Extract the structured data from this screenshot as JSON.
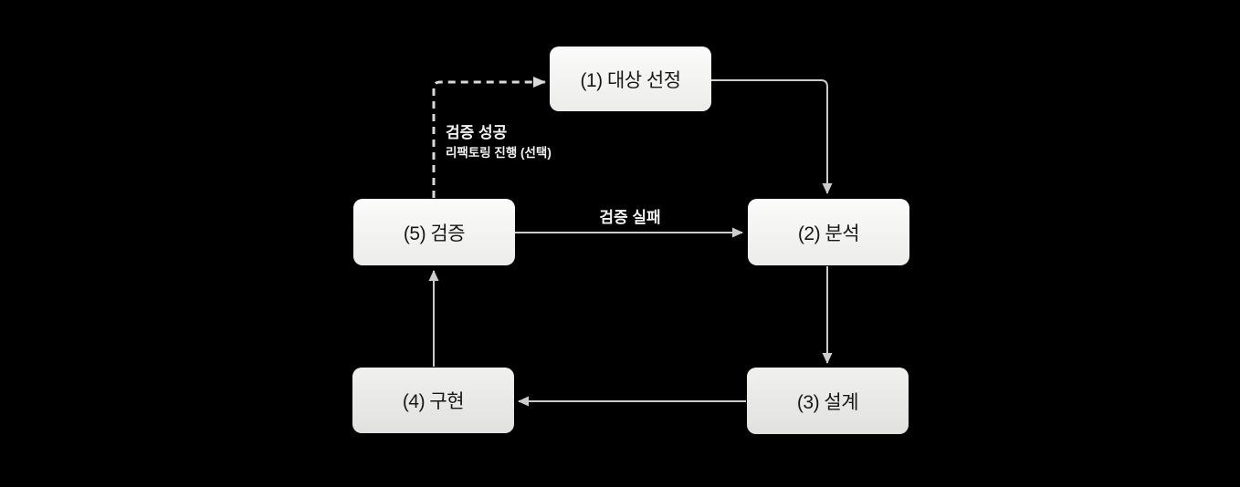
{
  "diagram": {
    "title": "refactoring-process-cycle",
    "nodes": [
      {
        "id": "step1",
        "label": "(1) 대상 선정"
      },
      {
        "id": "step2",
        "label": "(2) 분석"
      },
      {
        "id": "step3",
        "label": "(3) 설계"
      },
      {
        "id": "step4",
        "label": "(4) 구현"
      },
      {
        "id": "step5",
        "label": "(5) 검증"
      }
    ],
    "edges": [
      {
        "from": "step1",
        "to": "step2",
        "style": "solid",
        "label": ""
      },
      {
        "from": "step2",
        "to": "step3",
        "style": "solid",
        "label": ""
      },
      {
        "from": "step3",
        "to": "step4",
        "style": "solid",
        "label": ""
      },
      {
        "from": "step4",
        "to": "step5",
        "style": "solid",
        "label": ""
      },
      {
        "from": "step5",
        "to": "step2",
        "style": "solid",
        "label": "검증 실패"
      },
      {
        "from": "step5",
        "to": "step1",
        "style": "dashed",
        "label": "검증 성공",
        "sublabel": "리팩토링 진행 (선택)"
      }
    ],
    "colors": {
      "background": "#000000",
      "node_fill_light_top": "#fbfbfb",
      "node_fill_light_bottom": "#ececea",
      "node_fill_gray_top": "#f0f0ee",
      "node_fill_gray_bottom": "#e1e2e0",
      "node_text": "#181818",
      "connector": "#cccccc",
      "connector_dashed": "#d9d9d9",
      "edge_label_text": "#f2f2f2"
    }
  }
}
